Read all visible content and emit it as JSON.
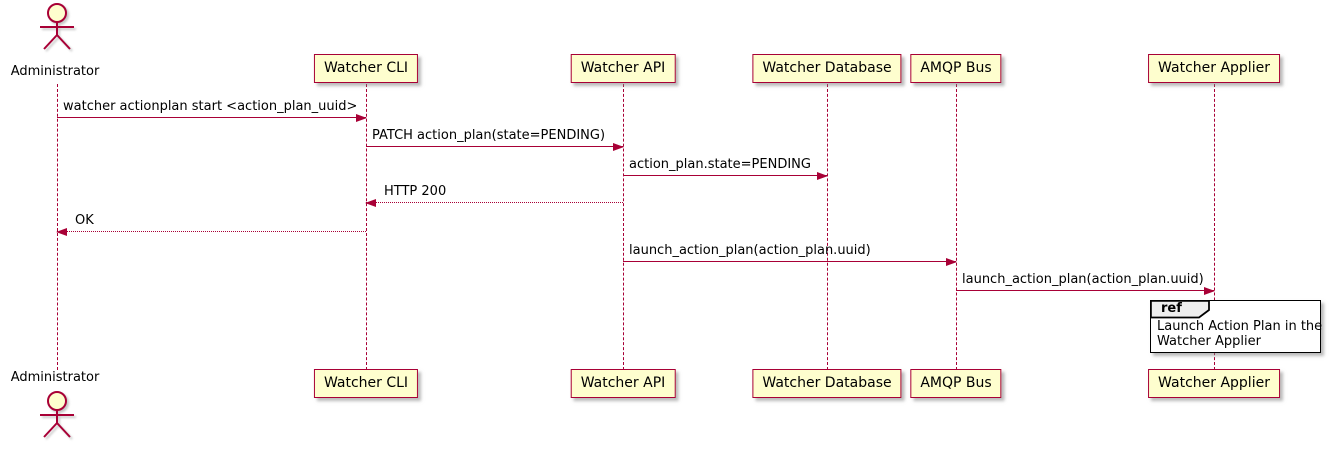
{
  "diagram": {
    "type": "plantuml-sequence",
    "colors": {
      "participant_fill": "#FEFECE",
      "participant_border": "#A80036",
      "arrow": "#A80036",
      "lifeline": "#A80036",
      "text": "#000000",
      "ref_border": "#000000",
      "ref_header_fill": "#EEEEEE",
      "shadow": "#AAAAAA"
    },
    "actor": {
      "label": "Administrator"
    },
    "participants": [
      {
        "label": "Watcher CLI"
      },
      {
        "label": "Watcher API"
      },
      {
        "label": "Watcher Database"
      },
      {
        "label": "AMQP Bus"
      },
      {
        "label": "Watcher Applier"
      }
    ],
    "messages": [
      {
        "from": "Administrator",
        "to": "Watcher CLI",
        "label": "watcher actionplan start <action_plan_uuid>",
        "style": "solid"
      },
      {
        "from": "Watcher CLI",
        "to": "Watcher API",
        "label": "PATCH action_plan(state=PENDING)",
        "style": "solid"
      },
      {
        "from": "Watcher API",
        "to": "Watcher Database",
        "label": "action_plan.state=PENDING",
        "style": "solid"
      },
      {
        "from": "Watcher API",
        "to": "Watcher CLI",
        "label": "HTTP 200",
        "style": "dotted-return"
      },
      {
        "from": "Watcher CLI",
        "to": "Administrator",
        "label": "OK",
        "style": "dotted-return"
      },
      {
        "from": "Watcher API",
        "to": "AMQP Bus",
        "label": "launch_action_plan(action_plan.uuid)",
        "style": "solid"
      },
      {
        "from": "AMQP Bus",
        "to": "Watcher Applier",
        "label": "launch_action_plan(action_plan.uuid)",
        "style": "solid"
      }
    ],
    "ref": {
      "keyword": "ref",
      "over": "Watcher Applier",
      "lines": [
        "Launch Action Plan in the",
        "Watcher Applier"
      ]
    }
  }
}
